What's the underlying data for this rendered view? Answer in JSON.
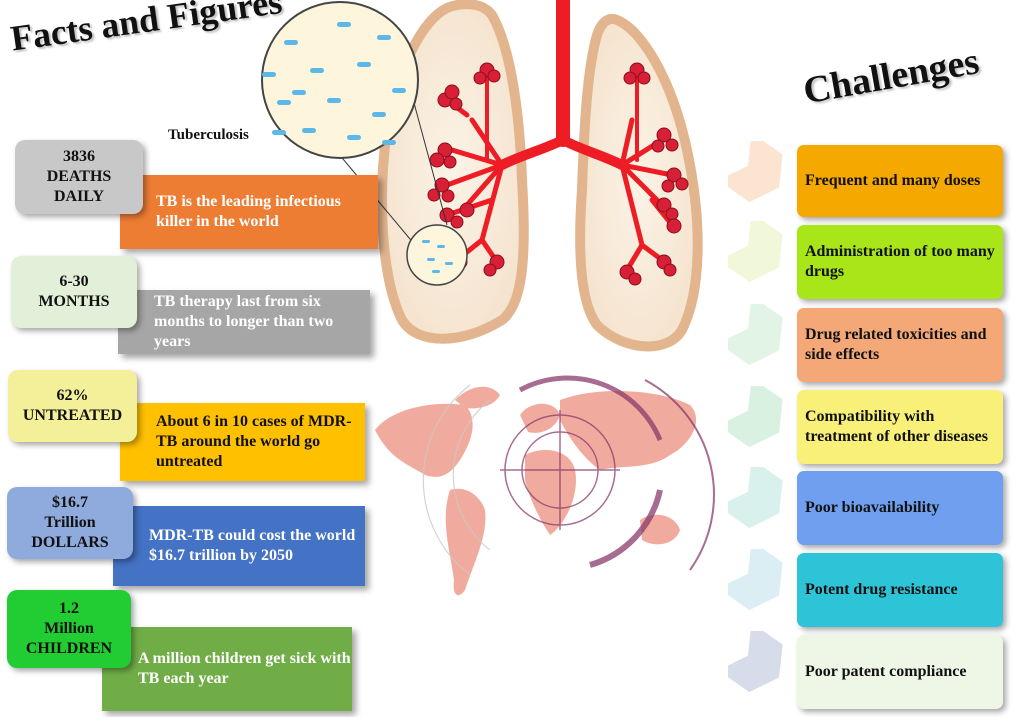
{
  "titles": {
    "facts": "Facts and Figures",
    "challenges": "Challenges",
    "tb_label": "Tuberculosis"
  },
  "facts": [
    {
      "stat": "3836\nDEATHS\nDAILY",
      "text": "TB is the leading infectious killer in the world",
      "stat_color": "#c8c8c8",
      "bar_color": "#ee7d34",
      "text_color": "#ffffff"
    },
    {
      "stat": "6-30\nMONTHS",
      "text": "TB therapy last from six months to longer than two years",
      "stat_color": "#e3f0d9",
      "bar_color": "#a6a6a6",
      "text_color": "#ffffff"
    },
    {
      "stat": "62%\nUNTREATED",
      "text": "About 6 in 10 cases of MDR-TB around the world go untreated",
      "stat_color": "#f4f09a",
      "bar_color": "#ffc000",
      "text_color": "#111111"
    },
    {
      "stat": "$16.7\nTrillion\nDOLLARS",
      "text": "MDR-TB could cost the world $16.7 trillion by 2050",
      "stat_color": "#8faadc",
      "bar_color": "#4472c4",
      "text_color": "#ffffff"
    },
    {
      "stat": "1.2\nMillion\nCHILDREN",
      "text": "A million children get sick with TB each year",
      "stat_color": "#22cc33",
      "bar_color": "#70ad47",
      "text_color": "#ffffff"
    }
  ],
  "challenges": [
    {
      "text": "Frequent and many doses",
      "color": "#f5a800",
      "arrow_color": "#fbe5d0"
    },
    {
      "text": "Administration of too many drugs",
      "color": "#a8e619",
      "arrow_color": "#f1f8d9"
    },
    {
      "text": "Drug related toxicities and side effects",
      "color": "#f4a878",
      "arrow_color": "#e2f4e6"
    },
    {
      "text": "Compatibility with treatment of other diseases",
      "color": "#f9f07a",
      "arrow_color": "#d8f1e1"
    },
    {
      "text": "Poor bioavailability",
      "color": "#6f9fee",
      "arrow_color": "#d9f1ec"
    },
    {
      "text": "Potent drug resistance",
      "color": "#2ec4d8",
      "arrow_color": "#dbeef3"
    },
    {
      "text": "Poor patent compliance",
      "color": "#eef6e6",
      "arrow_color": "#d7dceb"
    }
  ]
}
